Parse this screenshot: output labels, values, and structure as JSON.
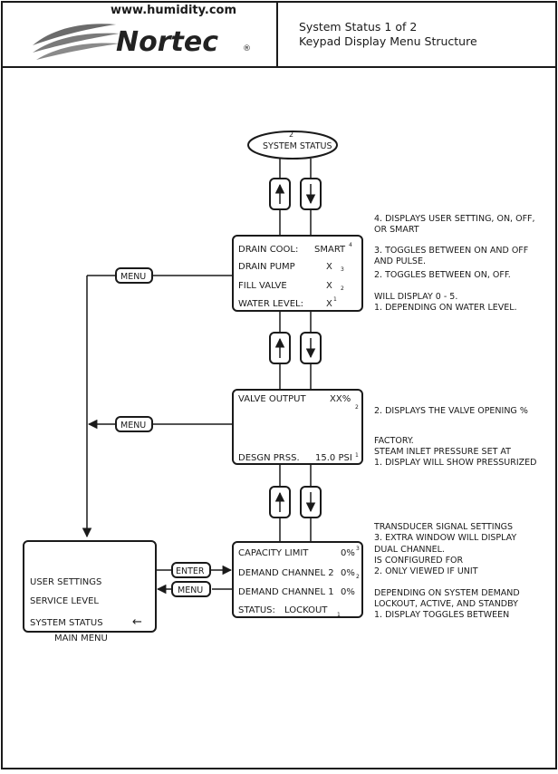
{
  "header": {
    "title_line1": "System Status 1 of 2",
    "title_line2": "Keypad Display Menu Structure",
    "brand": "Nortec",
    "registered": "®",
    "url": "www.humidity.com"
  },
  "diagram": {
    "top_node": {
      "label": "SYSTEM STATUS",
      "number": "2"
    },
    "menu_buttons": [
      "MENU",
      "MENU",
      "MENU"
    ],
    "enter_button": "ENTER",
    "screen_1": {
      "rows": [
        {
          "label": "DRAIN COOL:",
          "value": "SMART",
          "sup": "4"
        },
        {
          "label": "DRAIN PUMP",
          "value": "X",
          "sup": "3"
        },
        {
          "label": "FILL VALVE",
          "value": "X",
          "sup": "2"
        },
        {
          "label": "WATER LEVEL:",
          "value": "X",
          "sup": "1"
        }
      ]
    },
    "screen_2": {
      "rows": [
        {
          "label": "VALVE OUTPUT",
          "value": "XX%",
          "sup": "2"
        },
        {
          "label": "DESGN PRSS.",
          "value": "15.0 PSI",
          "sup": "1"
        }
      ]
    },
    "screen_3": {
      "rows": [
        {
          "label": "CAPACITY LIMIT",
          "value": "0%",
          "sup": "3"
        },
        {
          "label": "DEMAND CHANNEL 2",
          "value": "0%",
          "sup": "2"
        },
        {
          "label": "DEMAND CHANNEL 1",
          "value": "0%",
          "sup": ""
        },
        {
          "label": "STATUS:",
          "value": "LOCKOUT",
          "sup": "1"
        }
      ]
    },
    "main_menu": {
      "items": [
        "USER SETTINGS",
        "SERVICE LEVEL",
        "SYSTEM STATUS"
      ],
      "caption": "MAIN MENU",
      "cursor": "←"
    },
    "notes_1": [
      "4. DISPLAYS USER SETTING, ON, OFF,",
      "OR SMART",
      "3. TOGGLES BETWEEN ON AND OFF",
      "AND PULSE.",
      "2. TOGGLES BETWEEN ON, OFF.",
      "WILL DISPLAY 0 - 5.",
      "1. DEPENDING ON WATER LEVEL."
    ],
    "notes_2": [
      "2. DISPLAYS THE VALVE OPENING %",
      "FACTORY.",
      "STEAM INLET PRESSURE SET AT",
      "1. DISPLAY WILL SHOW PRESSURIZED"
    ],
    "notes_3": [
      "TRANSDUCER SIGNAL SETTINGS",
      "3. EXTRA WINDOW WILL DISPLAY",
      "DUAL CHANNEL.",
      "IS CONFIGURED FOR",
      "2. ONLY VIEWED IF UNIT",
      "DEPENDING ON SYSTEM DEMAND",
      "LOCKOUT, ACTIVE, AND STANDBY",
      "1. DISPLAY TOGGLES BETWEEN"
    ]
  }
}
